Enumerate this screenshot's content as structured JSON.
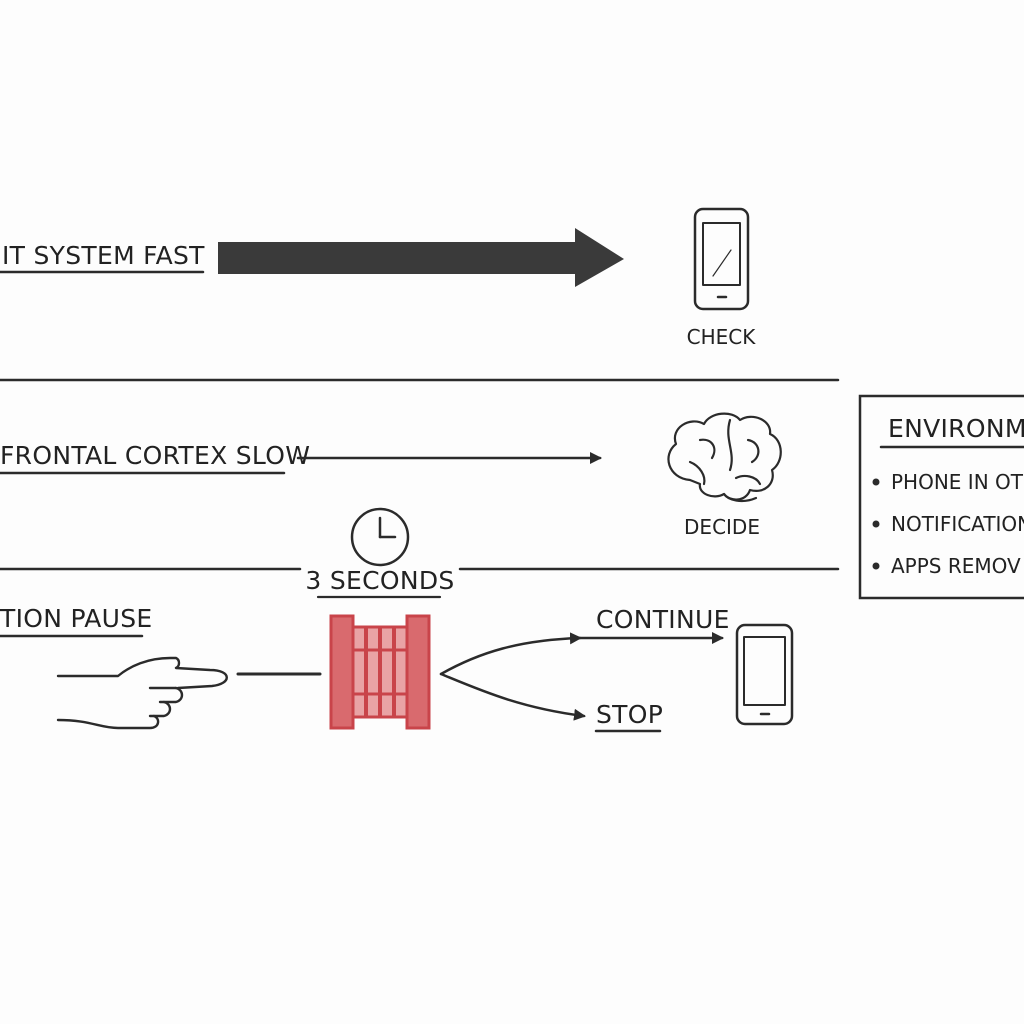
{
  "rows": {
    "habit": {
      "label": "IT SYSTEM FAST",
      "action_label": "CHECK",
      "icon": "smartphone-icon"
    },
    "cortex": {
      "label": "FRONTAL CORTEX SLOW",
      "action_label": "DECIDE",
      "icon": "brain-icon"
    },
    "pause": {
      "label": "TION PAUSE",
      "timer_label": "3 SECONDS",
      "timer_icon": "clock-icon",
      "gate_icon": "gate-icon",
      "hand_icon": "pointing-hand-icon",
      "branch_continue": "CONTINUE",
      "branch_stop": "STOP",
      "end_icon": "smartphone-icon"
    }
  },
  "environment_box": {
    "title": "ENVIRONM",
    "items": [
      "PHONE IN OTH",
      "NOTIFICATION",
      "APPS REMOV"
    ]
  },
  "colors": {
    "ink": "#2b2b2b",
    "arrow_fill": "#3a3a3a",
    "gate_red": "#c9444a",
    "gate_fill": "#d96a6e"
  }
}
